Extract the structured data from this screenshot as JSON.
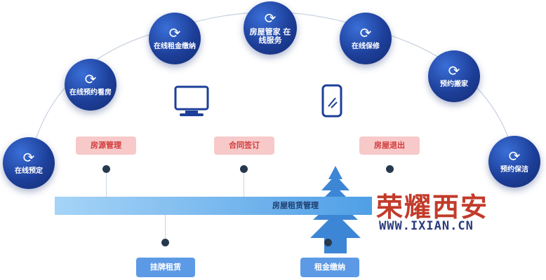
{
  "arc_nodes": [
    {
      "label": "在线预定"
    },
    {
      "label": "在线预约看房"
    },
    {
      "label": "在线租金缴纳"
    },
    {
      "label": "房屋管家 在线服务"
    },
    {
      "label": "在线保修"
    },
    {
      "label": "预约搬家"
    },
    {
      "label": "预约保洁"
    }
  ],
  "top_tags": [
    {
      "label": "房源管理"
    },
    {
      "label": "合同签订"
    },
    {
      "label": "房屋退出"
    }
  ],
  "bar": {
    "label": "房屋租赁管理"
  },
  "bottom_tags": [
    {
      "label": "挂牌租赁"
    },
    {
      "label": "租金缴纳"
    }
  ],
  "icons": {
    "node_icon": "refresh-icon",
    "desktop": "monitor-icon",
    "mobile": "phone-icon"
  },
  "watermark": {
    "text": "荣耀西安",
    "url": "WWW.IXIAN.CN"
  },
  "colors": {
    "node": "#1d3f99",
    "tag_bg": "#f7c9c9",
    "tag_text": "#d23a3a",
    "bar": "#4f9fe6",
    "btag": "#5d9ae6"
  }
}
